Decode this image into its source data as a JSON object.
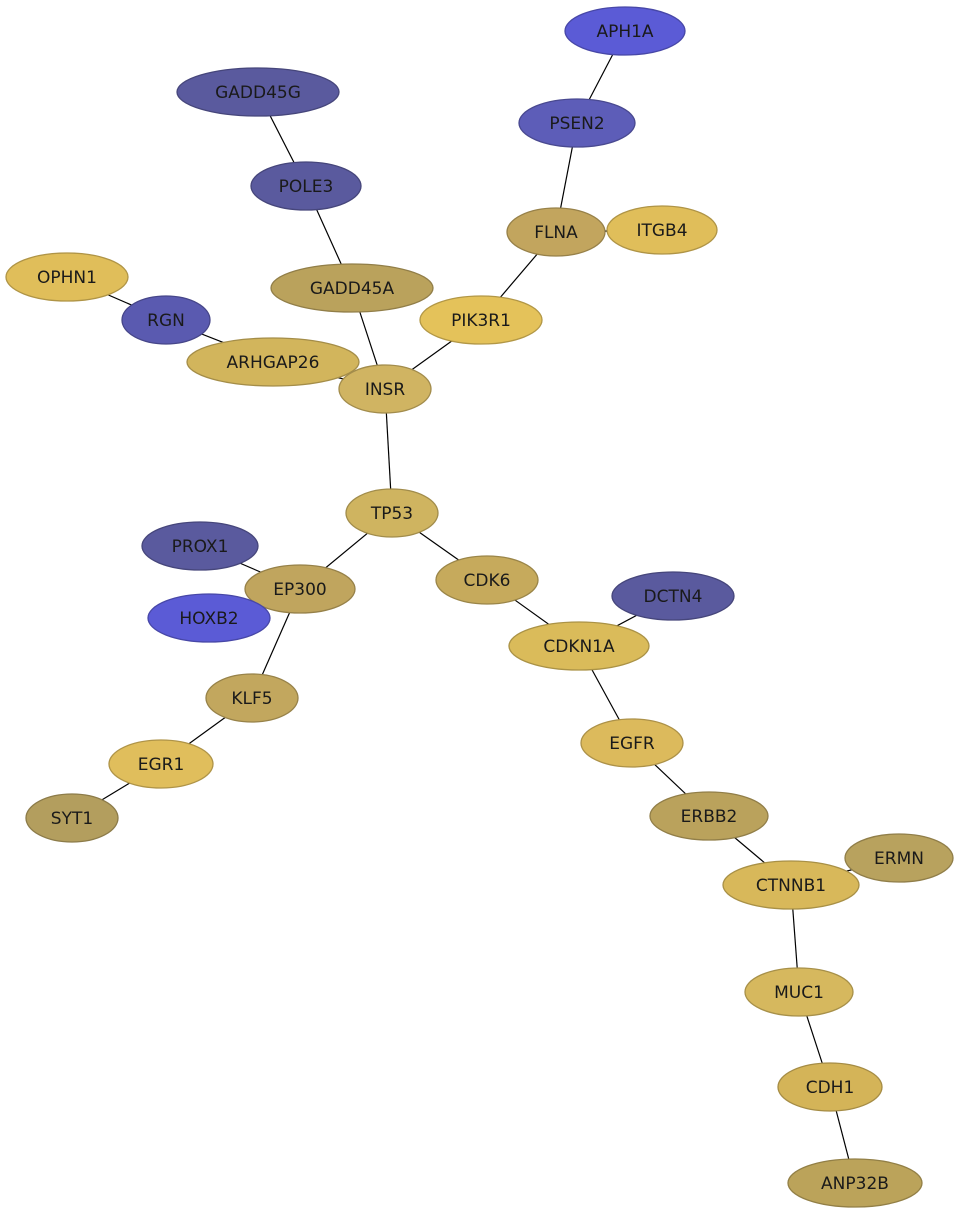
{
  "colors": {
    "blue": "#5b5bd6",
    "slate": "#5a5a9e",
    "gold": "#d4b458",
    "khaki": "#bba35a",
    "olive": "#b39e5e"
  },
  "nodes": [
    {
      "id": "APH1A",
      "label": "APH1A",
      "color": "#5b5bd6"
    },
    {
      "id": "GADD45G",
      "label": "GADD45G",
      "color": "#5a5a9e"
    },
    {
      "id": "PSEN2",
      "label": "PSEN2",
      "color": "#5d5db8"
    },
    {
      "id": "POLE3",
      "label": "POLE3",
      "color": "#5a5a9e"
    },
    {
      "id": "FLNA",
      "label": "FLNA",
      "color": "#c2a55e"
    },
    {
      "id": "ITGB4",
      "label": "ITGB4",
      "color": "#e0be5a"
    },
    {
      "id": "OPHN1",
      "label": "OPHN1",
      "color": "#e0be5a"
    },
    {
      "id": "GADD45A",
      "label": "GADD45A",
      "color": "#baa25c"
    },
    {
      "id": "RGN",
      "label": "RGN",
      "color": "#5a5ab0"
    },
    {
      "id": "PIK3R1",
      "label": "PIK3R1",
      "color": "#e4c25a"
    },
    {
      "id": "ARHGAP26",
      "label": "ARHGAP26",
      "color": "#d2b55c"
    },
    {
      "id": "INSR",
      "label": "INSR",
      "color": "#d0b462"
    },
    {
      "id": "TP53",
      "label": "TP53",
      "color": "#cfb460"
    },
    {
      "id": "PROX1",
      "label": "PROX1",
      "color": "#5a5a9e"
    },
    {
      "id": "EP300",
      "label": "EP300",
      "color": "#c0a55e"
    },
    {
      "id": "CDK6",
      "label": "CDK6",
      "color": "#c6aa5c"
    },
    {
      "id": "DCTN4",
      "label": "DCTN4",
      "color": "#5a5a9e"
    },
    {
      "id": "HOXB2",
      "label": "HOXB2",
      "color": "#5b5bd6"
    },
    {
      "id": "CDKN1A",
      "label": "CDKN1A",
      "color": "#dabb5a"
    },
    {
      "id": "KLF5",
      "label": "KLF5",
      "color": "#c2a75e"
    },
    {
      "id": "EGFR",
      "label": "EGFR",
      "color": "#dcba5c"
    },
    {
      "id": "EGR1",
      "label": "EGR1",
      "color": "#e0be5c"
    },
    {
      "id": "SYT1",
      "label": "SYT1",
      "color": "#b39e5e"
    },
    {
      "id": "ERBB2",
      "label": "ERBB2",
      "color": "#baa25c"
    },
    {
      "id": "ERMN",
      "label": "ERMN",
      "color": "#b8a25e"
    },
    {
      "id": "CTNNB1",
      "label": "CTNNB1",
      "color": "#d8b85a"
    },
    {
      "id": "MUC1",
      "label": "MUC1",
      "color": "#d6b85e"
    },
    {
      "id": "CDH1",
      "label": "CDH1",
      "color": "#d4b458"
    },
    {
      "id": "ANP32B",
      "label": "ANP32B",
      "color": "#bba35a"
    }
  ],
  "edges": [
    [
      "APH1A",
      "PSEN2"
    ],
    [
      "PSEN2",
      "FLNA"
    ],
    [
      "FLNA",
      "ITGB4"
    ],
    [
      "FLNA",
      "PIK3R1"
    ],
    [
      "GADD45G",
      "POLE3"
    ],
    [
      "POLE3",
      "GADD45A"
    ],
    [
      "GADD45A",
      "INSR"
    ],
    [
      "OPHN1",
      "RGN"
    ],
    [
      "RGN",
      "ARHGAP26"
    ],
    [
      "ARHGAP26",
      "INSR"
    ],
    [
      "PIK3R1",
      "INSR"
    ],
    [
      "INSR",
      "TP53"
    ],
    [
      "TP53",
      "EP300"
    ],
    [
      "TP53",
      "CDK6"
    ],
    [
      "PROX1",
      "EP300"
    ],
    [
      "EP300",
      "KLF5"
    ],
    [
      "KLF5",
      "EGR1"
    ],
    [
      "EGR1",
      "SYT1"
    ],
    [
      "CDK6",
      "CDKN1A"
    ],
    [
      "DCTN4",
      "CDKN1A"
    ],
    [
      "CDKN1A",
      "EGFR"
    ],
    [
      "EGFR",
      "ERBB2"
    ],
    [
      "ERBB2",
      "CTNNB1"
    ],
    [
      "ERMN",
      "CTNNB1"
    ],
    [
      "CTNNB1",
      "MUC1"
    ],
    [
      "MUC1",
      "CDH1"
    ],
    [
      "CDH1",
      "ANP32B"
    ]
  ]
}
